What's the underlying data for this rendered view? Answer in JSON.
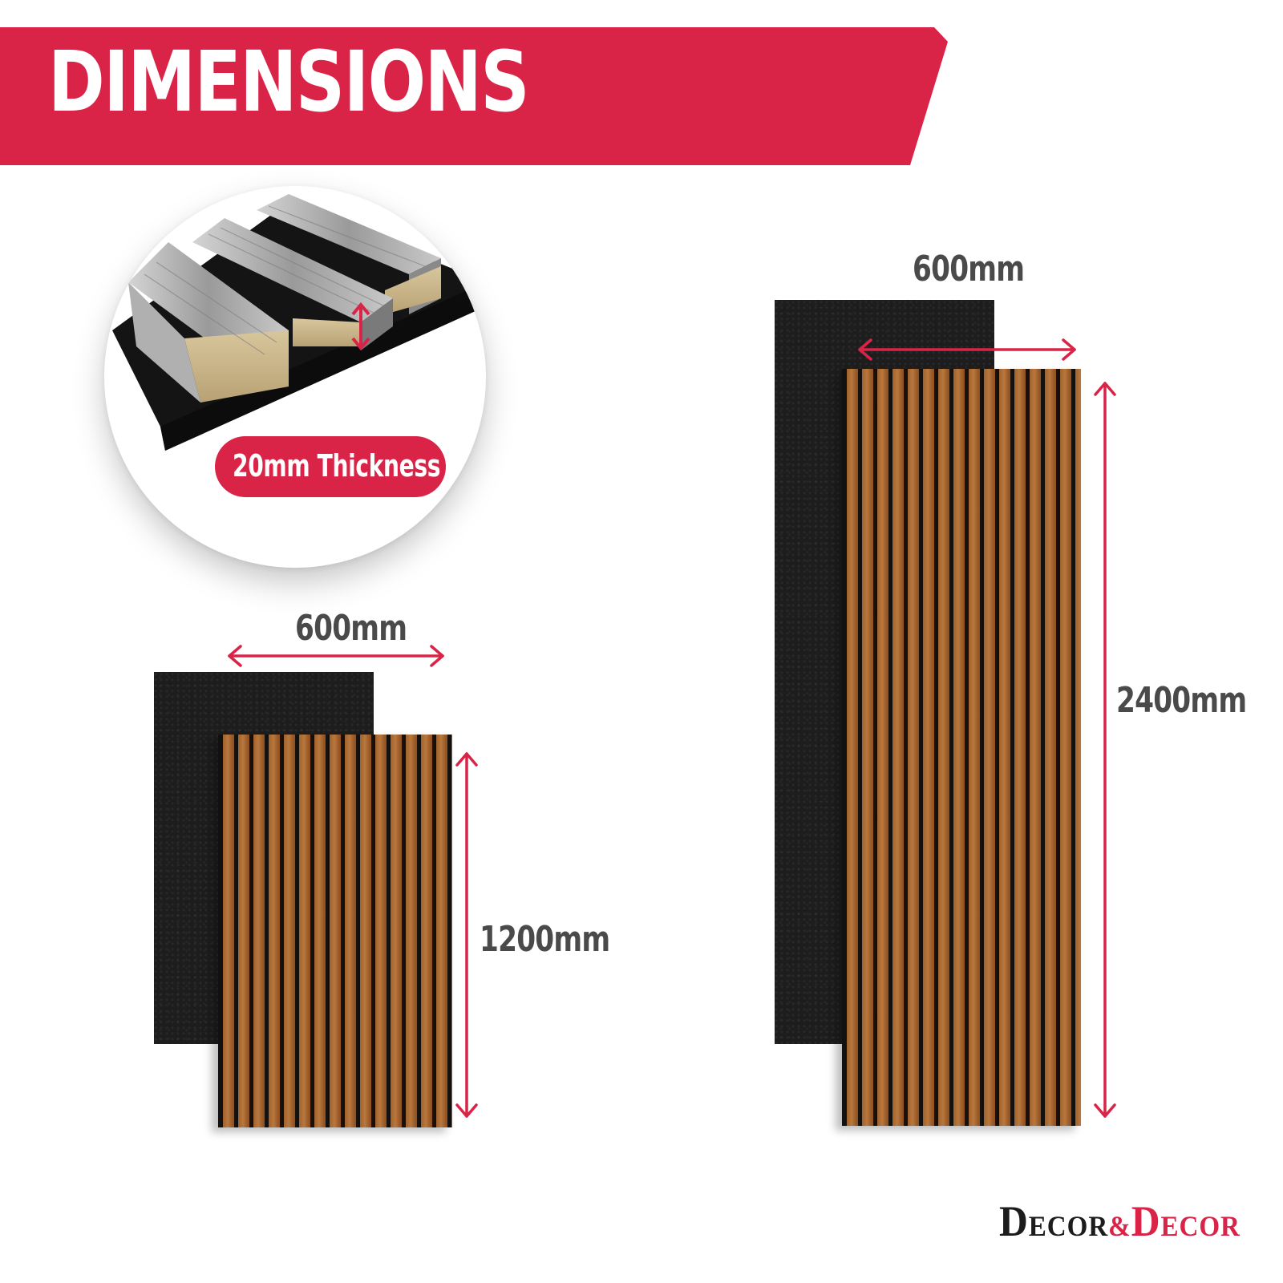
{
  "header": {
    "title": "DIMENSIONS"
  },
  "detail": {
    "badge": "20mm Thickness"
  },
  "small_panel": {
    "width_label": "600mm",
    "height_label": "1200mm"
  },
  "large_panel": {
    "width_label": "600mm",
    "height_label": "2400mm"
  },
  "brand": {
    "part1_cap": "D",
    "part1_rest": "ECOR",
    "amp": "&",
    "part2_cap": "D",
    "part2_rest": "ECOR"
  },
  "colors": {
    "accent": "#d92347",
    "label": "#4a4a4a",
    "backing": "#1d1d1d",
    "wood": "#a0622d"
  },
  "icons": {
    "dimension_arrow": "double-headed-arrow-icon"
  }
}
